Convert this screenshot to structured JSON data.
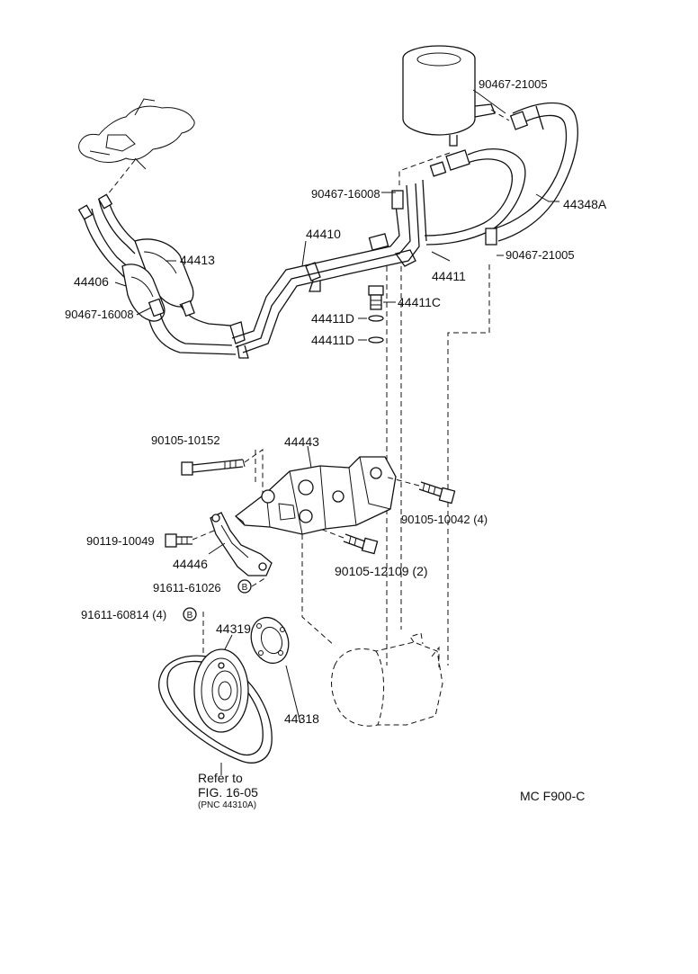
{
  "colors": {
    "ink": "#111111",
    "paper": "#ffffff"
  },
  "labels": {
    "p_90467_21005_top": "90467-21005",
    "p_44348A": "44348A",
    "p_90467_16008_top": "90467-16008",
    "p_44410": "44410",
    "p_90467_21005_mid": "90467-21005",
    "p_44411": "44411",
    "p_44413": "44413",
    "p_44406": "44406",
    "p_90467_16008_left": "90467-16008",
    "p_44411C": "44411C",
    "p_44411D_a": "44411D",
    "p_44411D_b": "44411D",
    "p_90105_10152": "90105-10152",
    "p_44443": "44443",
    "p_90105_10042": "90105-10042 (4)",
    "p_90119_10049": "90119-10049",
    "p_44446": "44446",
    "p_90105_12109": "90105-12109 (2)",
    "p_91611_61026": "91611-61026",
    "p_91611_60814": "91611-60814 (4)",
    "p_44319": "44319",
    "p_44318": "44318",
    "refer_line1": "Refer to",
    "refer_line2": "FIG. 16-05",
    "refer_line3": "(PNC 44310A)",
    "figure_code": "MC F900-C",
    "marker_b1": "B",
    "marker_b2": "B"
  }
}
